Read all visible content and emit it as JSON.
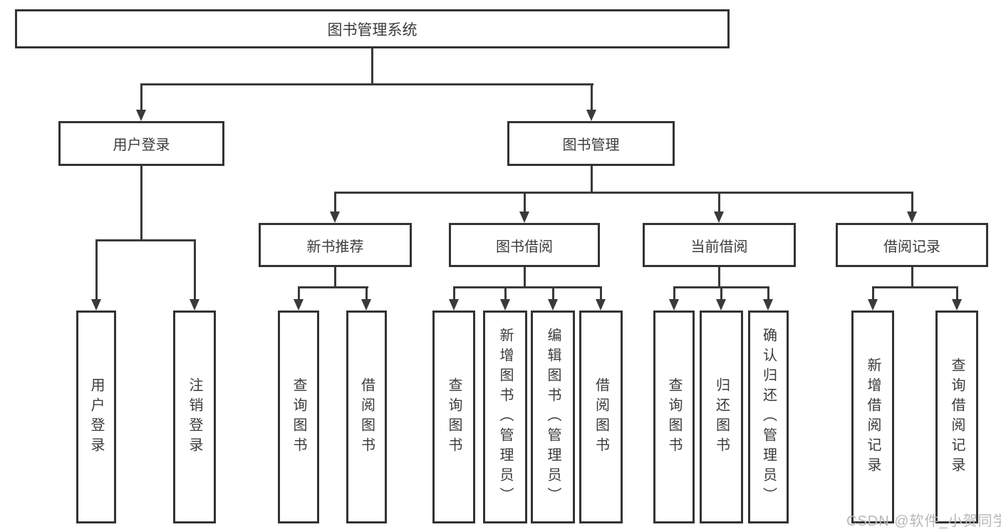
{
  "colors": {
    "background": "#ffffff",
    "line": "#3a3a3a",
    "box_border": "#333333",
    "text": "#3b3b3b",
    "watermark_text": "#b9b6b6"
  },
  "tree": {
    "label": "图书管理系统",
    "children": [
      {
        "label": "用户登录",
        "children": [
          {
            "label": "用户登录"
          },
          {
            "label": "注销登录"
          }
        ]
      },
      {
        "label": "图书管理",
        "children": [
          {
            "label": "新书推荐",
            "children": [
              {
                "label": "查询图书"
              },
              {
                "label": "借阅图书"
              }
            ]
          },
          {
            "label": "图书借阅",
            "children": [
              {
                "label": "查询图书"
              },
              {
                "label": "新增图书（管理员）"
              },
              {
                "label": "编辑图书（管理员）"
              },
              {
                "label": "借阅图书"
              }
            ]
          },
          {
            "label": "当前借阅",
            "children": [
              {
                "label": "查询图书"
              },
              {
                "label": "归还图书"
              },
              {
                "label": "确认归还（管理员）"
              }
            ]
          },
          {
            "label": "借阅记录",
            "children": [
              {
                "label": "新增借阅记录"
              },
              {
                "label": "查询借阅记录"
              }
            ]
          }
        ]
      }
    ]
  },
  "watermark": {
    "text": "CSDN @软件_小贺同学"
  }
}
